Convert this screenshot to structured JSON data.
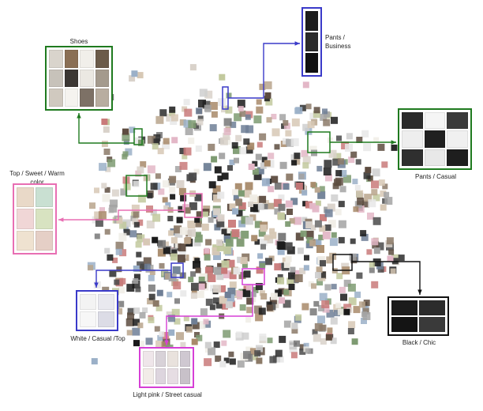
{
  "clusters": [
    {
      "label": "Shoes",
      "color": "#1f7a1f",
      "thumb_colors": [
        "#d9d4cc",
        "#8a6f55",
        "#f1efea",
        "#6b5b4a",
        "#c7c2ba",
        "#3b3734",
        "#ebe8e2",
        "#a49a8d",
        "#d0c9bf",
        "#f5f3ef",
        "#7d7166",
        "#b8ada0"
      ]
    },
    {
      "label_line1": "Pants /",
      "label_line2": "Business",
      "color": "#3a3ac9",
      "thumb_colors": [
        "#1c1c1c",
        "#2a2a2a",
        "#111111"
      ]
    },
    {
      "label": "Pants / Casual",
      "color": "#1f7a1f",
      "thumb_colors": [
        "#2b2b2b",
        "#f5f5f5",
        "#3a3a3a",
        "#eeeeee",
        "#202020",
        "#f0f0f0",
        "#2f2f2f",
        "#e8e8e8",
        "#1e1e1e"
      ]
    },
    {
      "label_line1": "Top / Sweet / Warm",
      "label_line2": "color",
      "color": "#e86fb3",
      "thumb_colors": [
        "#e9d9c8",
        "#c9e0d2",
        "#f0d6d6",
        "#d8e3c1",
        "#efe2d0",
        "#e5cfc6"
      ]
    },
    {
      "label": "White / Casual /Top",
      "color": "#3a3ac9",
      "thumb_colors": [
        "#f3f3f3",
        "#e9e9ef",
        "#f7f7f7",
        "#dcdce6"
      ]
    },
    {
      "label": "Black / Chic",
      "color": "#111111",
      "thumb_colors": [
        "#1b1b1b",
        "#2c2c2c",
        "#141414",
        "#3a3a3a"
      ]
    },
    {
      "label": "Light pink / Street casual",
      "color": "#d63fd6",
      "thumb_colors": [
        "#efe6ea",
        "#d8d2d8",
        "#e9e2dd",
        "#cfc8d1",
        "#f2ece8",
        "#ddd5de",
        "#e6dde3",
        "#c8c1c9"
      ]
    }
  ]
}
